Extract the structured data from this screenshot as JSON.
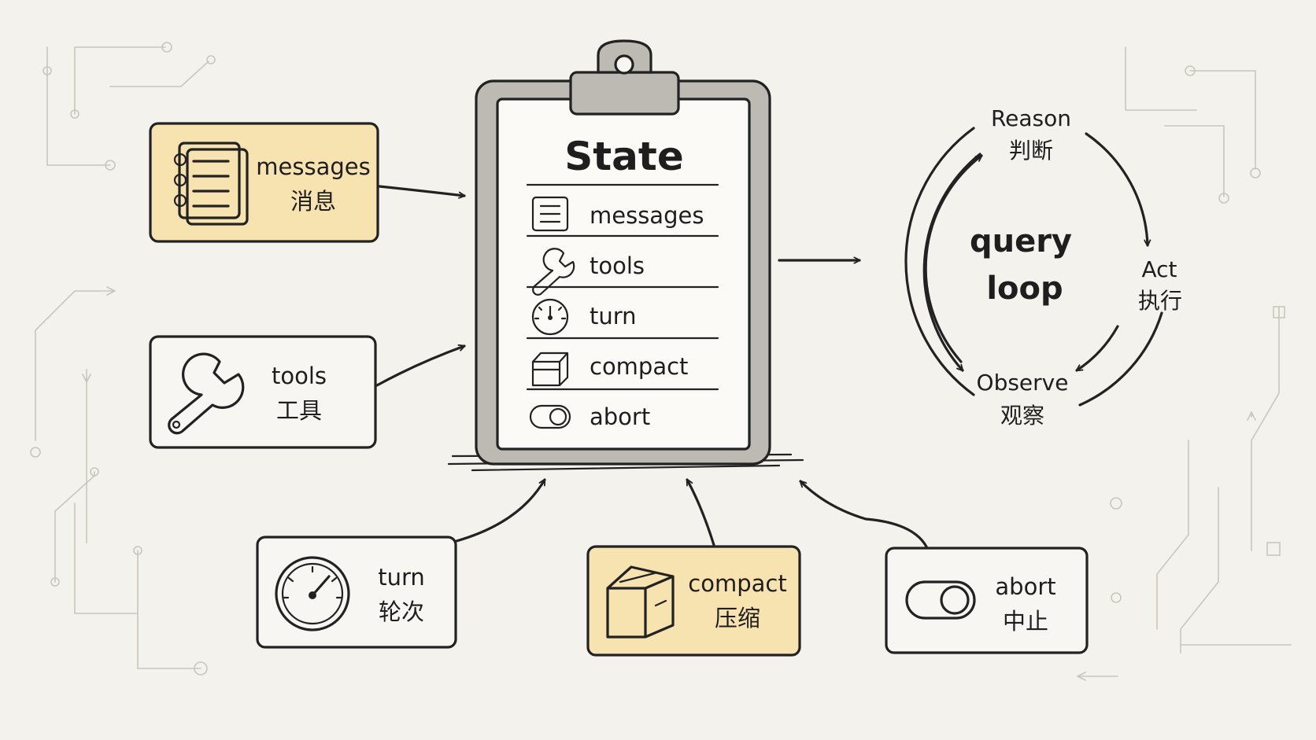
{
  "state": {
    "title": "State",
    "rows": [
      {
        "label": "messages",
        "icon": "notebook-icon"
      },
      {
        "label": "tools",
        "icon": "wrench-icon"
      },
      {
        "label": "turn",
        "icon": "gauge-icon"
      },
      {
        "label": "compact",
        "icon": "box-icon"
      },
      {
        "label": "abort",
        "icon": "toggle-icon"
      }
    ]
  },
  "inputs": {
    "messages": {
      "en": "messages",
      "zh": "消息",
      "icon": "notebook-icon"
    },
    "tools": {
      "en": "tools",
      "zh": "工具",
      "icon": "wrench-icon"
    },
    "turn": {
      "en": "turn",
      "zh": "轮次",
      "icon": "gauge-icon"
    },
    "compact": {
      "en": "compact",
      "zh": "压缩",
      "icon": "box-icon"
    },
    "abort": {
      "en": "abort",
      "zh": "中止",
      "icon": "toggle-icon"
    }
  },
  "loop": {
    "line1": "query",
    "line2": "loop",
    "reason": {
      "en": "Reason",
      "zh": "判断"
    },
    "act": {
      "en": "Act",
      "zh": "执行"
    },
    "observe": {
      "en": "Observe",
      "zh": "观察"
    }
  },
  "colors": {
    "highlight": "#f7e3b0",
    "background": "#f4f2ec",
    "ink": "#1e1e1e"
  }
}
